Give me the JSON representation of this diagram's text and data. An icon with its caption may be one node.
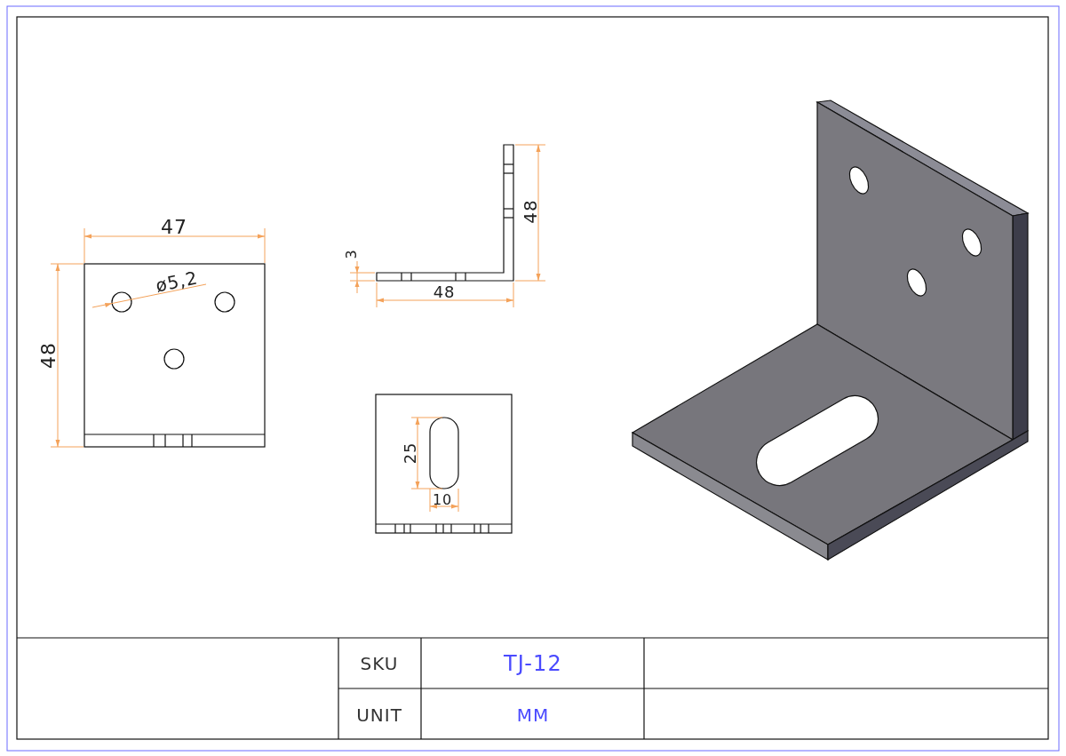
{
  "diagram": {
    "labels": [
      "47",
      "ø5,2",
      "48",
      "3",
      "48",
      "48",
      "25",
      "10",
      "SKU",
      "TJ-12",
      "UNIT",
      "MM"
    ]
  }
}
